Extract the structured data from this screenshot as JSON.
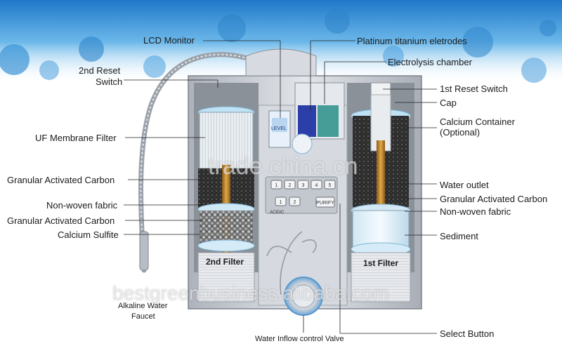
{
  "labels": {
    "lcd_monitor": "LCD  Monitor",
    "platinum_electrodes": "Platinum titanium eletrodes",
    "electrolysis_chamber": "Electrolysis chamber",
    "reset2_line1": "2nd Reset",
    "reset2_line2": "Switch",
    "reset1": "1st Reset Switch",
    "cap": "Cap",
    "calcium_line1": "Calcium Container",
    "calcium_line2": "(Optional)",
    "uf_membrane": "UF Membrane Filter",
    "gac_left_top": "Granular Activated Carbon",
    "nonwoven_left": "Non-woven fabric",
    "gac_left_bottom": "Granular Activated Carbon",
    "calcium_sulfite": "Calcium Sulfite",
    "water_outlet": "Water outlet",
    "gac_right": "Granular Activated Carbon",
    "nonwoven_right": "Non-woven fabric",
    "sediment": "Sediment",
    "faucet_line1": "Alkaline Water",
    "faucet_line2": "Faucet",
    "inflow_valve": "Water Inflow control Valve",
    "select_button": "Select Button",
    "filter2": "2nd Filter",
    "filter1": "1st Filter"
  },
  "panel": {
    "buttons_row1": [
      "1",
      "2",
      "3",
      "4",
      "5"
    ],
    "buttons_row2": [
      "1",
      "2"
    ],
    "purify": "PURIFY",
    "acidic": "ACIDIC",
    "lcd_level": "LEVEL"
  },
  "watermarks": {
    "top": "trade.china.cn",
    "bottom": "bestgreenbusiness.alibaba.com"
  },
  "colors": {
    "water_blue": "#2d8fd6",
    "body_gray": "#c8ccd3",
    "carbon": "#2b2b2b",
    "brass": "#c98a28"
  }
}
